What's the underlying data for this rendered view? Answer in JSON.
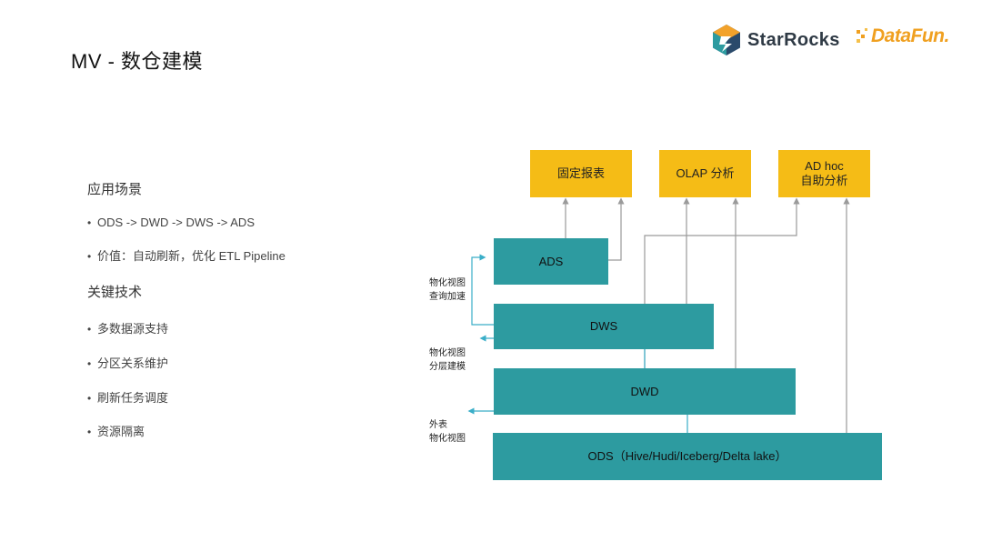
{
  "title": "MV - 数仓建模",
  "logos": {
    "starrocks": "StarRocks",
    "datafun": "DataFun."
  },
  "left": {
    "sections": [
      {
        "heading": "应用场景",
        "items": [
          "ODS -> DWD -> DWS -> ADS",
          "价值：自动刷新，优化 ETL Pipeline"
        ]
      },
      {
        "heading": "关键技术",
        "items": [
          "多数据源支持",
          "分区关系维护",
          "刷新任务调度",
          "资源隔离"
        ]
      }
    ]
  },
  "diagram": {
    "top_boxes": [
      {
        "line1": "固定报表",
        "line2": ""
      },
      {
        "line1": "OLAP 分析",
        "line2": ""
      },
      {
        "line1": "AD hoc",
        "line2": "自助分析"
      }
    ],
    "layers": [
      {
        "label": "ADS"
      },
      {
        "label": "DWS"
      },
      {
        "label": "DWD"
      },
      {
        "label": "ODS（Hive/Hudi/Iceberg/Delta lake）"
      }
    ],
    "side_labels": [
      {
        "line1": "物化视图",
        "line2": "查询加速"
      },
      {
        "line1": "物化视图",
        "line2": "分层建模"
      },
      {
        "line1": "外表",
        "line2": "物化视图"
      }
    ],
    "colors": {
      "yellow": "#f5bc16",
      "teal": "#2d9ba0",
      "gray_arrow": "#9a9a9a",
      "blue_arrow": "#3aaec8"
    }
  }
}
